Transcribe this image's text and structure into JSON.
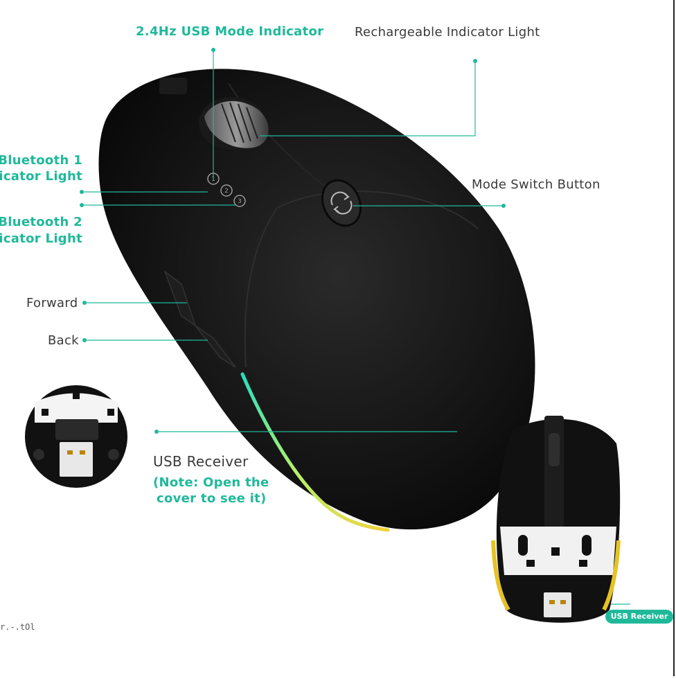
{
  "labels": {
    "usb_mode": "2.4Hz USB Mode Indicator",
    "recharge": "Rechargeable Indicator Light",
    "bt1_line1": "Bluetooth 1",
    "bt1_line2": "ndicator Light",
    "mode_switch": "Mode Switch Button",
    "bt2_line1": "Bluetooth 2",
    "bt2_line2": "ndicator Light",
    "forward": "Forward",
    "back": "Back",
    "usb_receiver": "USB Receiver",
    "note_line1": "(Note: Open the",
    "note_line2": "cover to see it)",
    "usb_receiver_badge": "USB Receiver",
    "watermark": "r.-.tOl"
  },
  "indicator_numbers": [
    "1",
    "2",
    "3"
  ],
  "colors": {
    "accent": "#1fb99a",
    "mouse_body": "#0d0d0d",
    "rgb_strip_start": "#26e0c0",
    "rgb_strip_end": "#f0d23a",
    "battery_strip": "#e6c324"
  },
  "icons": {
    "mode_switch": "cycle-arrows-icon"
  }
}
